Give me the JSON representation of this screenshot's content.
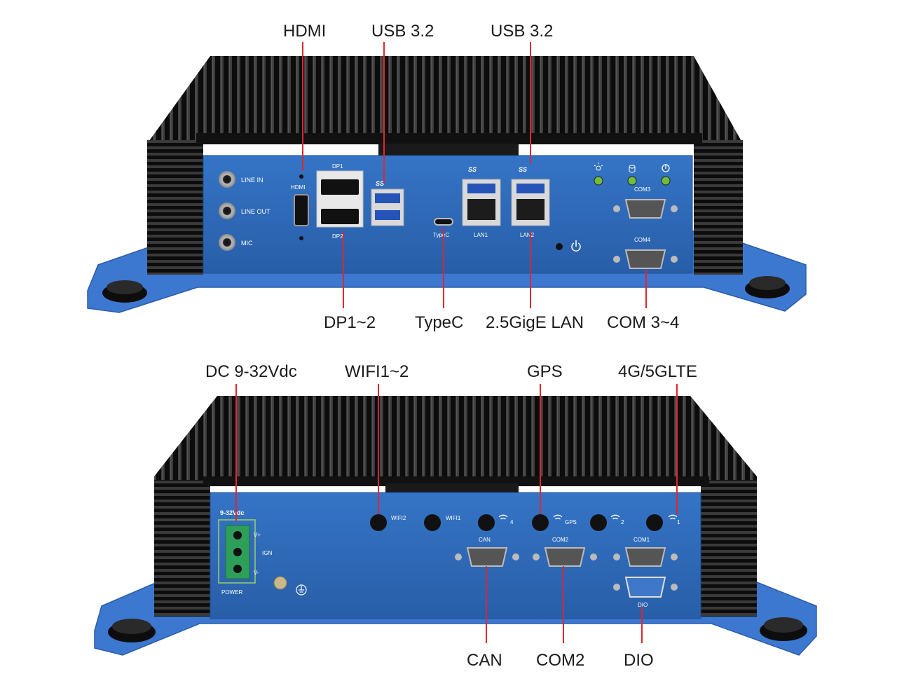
{
  "colors": {
    "panel_blue": "#2f69b8",
    "flange_blue": "#3d78d0",
    "heatsink_black": "#151515",
    "callout_line_red": "#e0262d",
    "led_green": "#6fbf3a"
  },
  "front": {
    "callouts": {
      "hdmi": "HDMI",
      "usb_a": "USB 3.2",
      "usb_b": "USB 3.2",
      "dp": "DP1~2",
      "typec": "TypeC",
      "lan": "2.5GigE LAN",
      "com": "COM 3~4"
    },
    "panel_labels": {
      "line_in": "LINE  IN",
      "line_out": "LINE  OUT",
      "mic": "MIC",
      "hdmi": "HDMI",
      "dp1": "DP1",
      "dp2": "DP2",
      "typec": "TypeC",
      "lan1": "LAN1",
      "lan2": "LAN2",
      "com3": "COM3",
      "com4": "COM4",
      "ss_a": "SS",
      "ss_b": "SS",
      "ss_c": "SS"
    },
    "icons": [
      "led-indicator-icon",
      "storage-icon",
      "power-icon"
    ]
  },
  "rear": {
    "callouts": {
      "dc": "DC 9-32Vdc",
      "wifi": "WIFI1~2",
      "gps": "GPS",
      "lte": "4G/5GLTE",
      "can": "CAN",
      "com2": "COM2",
      "dio": "DIO"
    },
    "panel_labels": {
      "vdc": "9-32Vdc",
      "vplus": "V+",
      "ign": "IGN",
      "vminus": "V-",
      "power": "POWER",
      "wifi2": "WIFI2",
      "wifi1": "WIFI1",
      "ant4": "4",
      "gps": "GPS",
      "ant2": "2",
      "ant1": "1",
      "can": "CAN",
      "com2": "COM2",
      "com1": "COM1",
      "dio": "DIO"
    },
    "icons": [
      "wifi-icon",
      "ground-icon"
    ]
  }
}
